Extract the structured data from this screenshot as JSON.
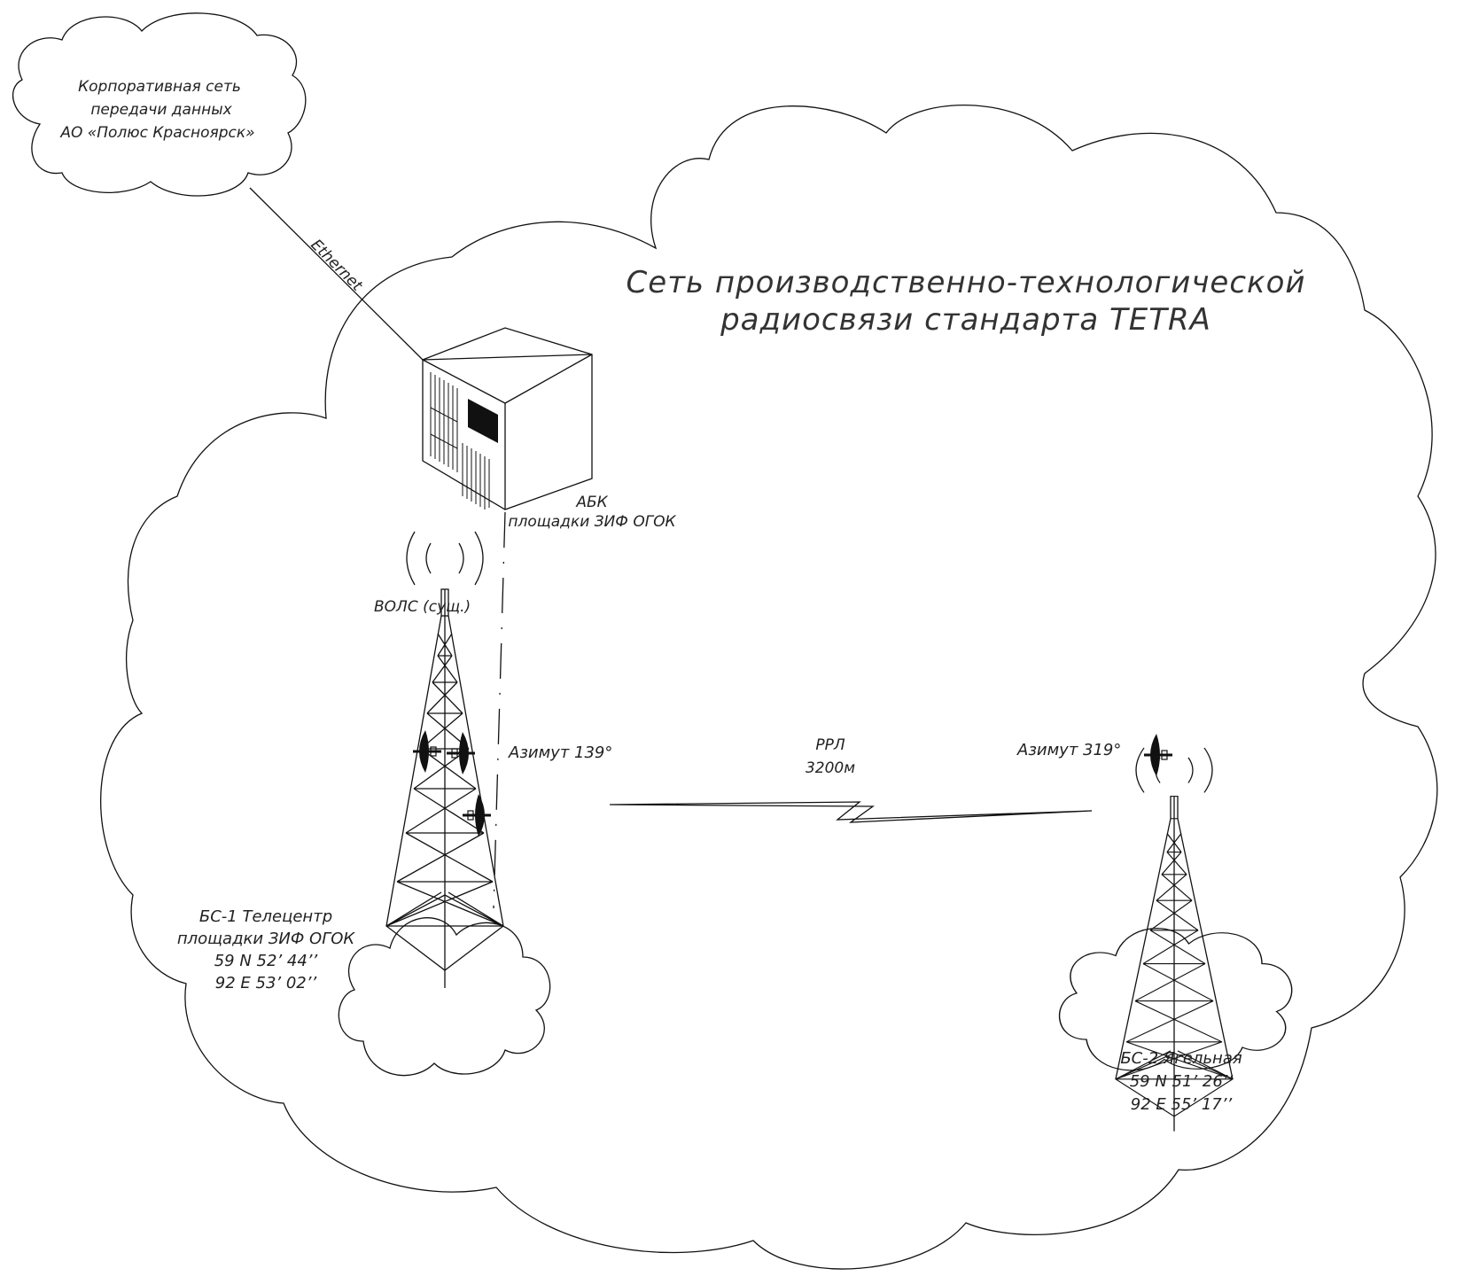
{
  "corporate_cloud": {
    "line1": "Корпоративная сеть",
    "line2": "передачи данных",
    "line3": "АО «Полюс Красноярск»"
  },
  "ethernet_label": "Ethernet",
  "tetra_title": {
    "line1": "Сеть производственно-технологической",
    "line2": "радиосвязи стандарта TETRA"
  },
  "server": {
    "line1": "АБК",
    "line2": "площадки ЗИФ ОГОК"
  },
  "fiber_label": "ВОЛС (сущ.)",
  "azimuth_left": "Азимут 139°",
  "azimuth_right": "Азимут 319°",
  "radio_link": {
    "line1": "РРЛ",
    "line2": "3200м"
  },
  "bs1": {
    "line1": "БС-1 Телецентр",
    "line2": "площадки ЗИФ ОГОК",
    "line3": "59 N 52’ 44’’",
    "line4": "92 E 53’ 02’’"
  },
  "bs2": {
    "line1": "БС-2 Ягельная",
    "line2": "59 N 51’ 26’’",
    "line3": "92 E 55’ 17’’"
  }
}
